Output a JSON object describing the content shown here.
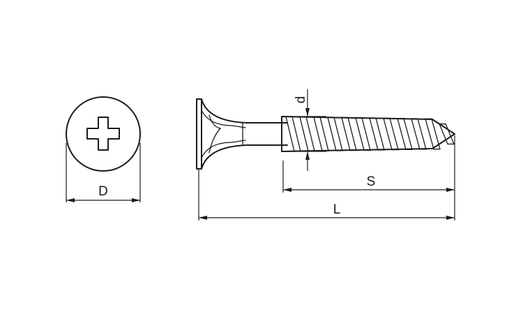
{
  "labels": {
    "head_diameter": "D",
    "thread_diameter": "d",
    "thread_length": "S",
    "total_length": "L"
  },
  "colors": {
    "line": "#1a1a1a",
    "background": "#ffffff"
  },
  "icons": {
    "head_recess": "phillips-cross-icon"
  }
}
